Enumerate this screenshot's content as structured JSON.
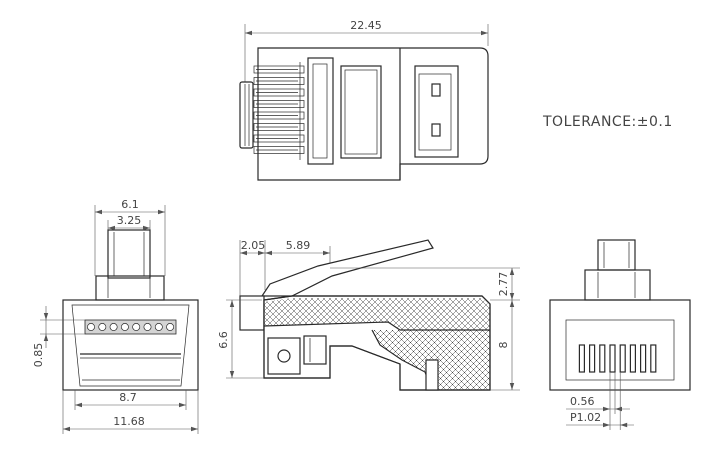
{
  "drawing": {
    "top_view": {
      "overall_length": "22.45"
    },
    "tolerance_note": "TOLERANCE:±0.1",
    "front_view": {
      "tab_base_width": "6.1",
      "tab_width": "3.25",
      "contact_height": "0.85",
      "inner_width": "8.7",
      "outer_width": "11.68"
    },
    "side_view": {
      "nose_length": "2.05",
      "latch_offset": "5.89",
      "latch_rise": "2.77",
      "front_height": "6.6",
      "body_height": "8"
    },
    "rear_view": {
      "contact_width": "0.56",
      "contact_pitch": "P1.02"
    }
  },
  "colors": {
    "line": "#2a2a2a",
    "dimension": "#555555",
    "background": "#ffffff"
  }
}
